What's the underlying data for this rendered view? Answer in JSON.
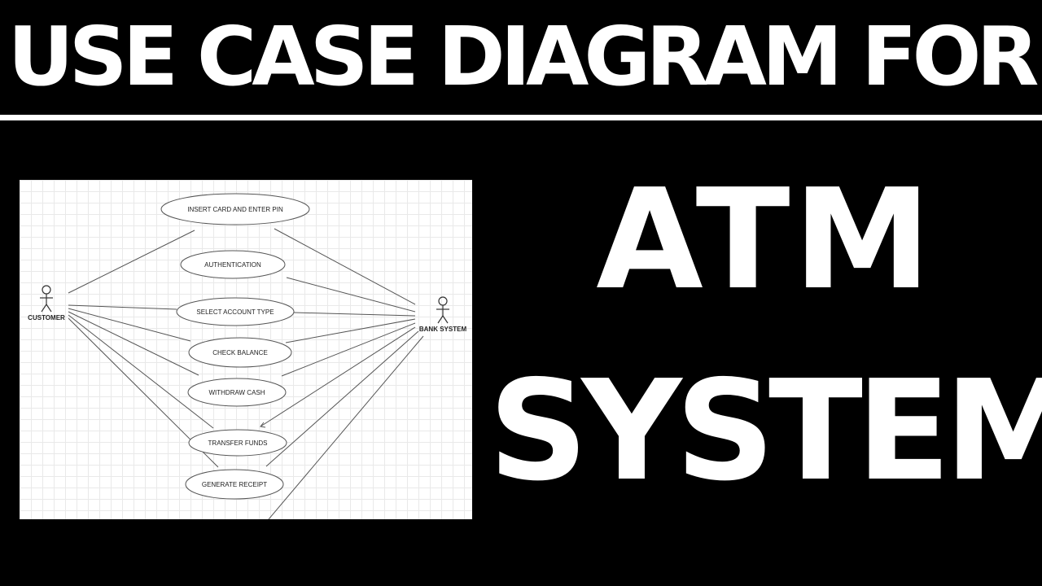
{
  "heading": {
    "top": "USE CASE DIAGRAM FOR",
    "line1": "ATM",
    "line2": "SYSTEM"
  },
  "diagram": {
    "actors": {
      "customer": "CUSTOMER",
      "bank": "BANK SYSTEM"
    },
    "use_cases": [
      "INSERT CARD AND ENTER PIN",
      "AUTHENTICATION",
      "SELECT ACCOUNT TYPE",
      "CHECK BALANCE",
      "WITHDRAW CASH",
      "TRANSFER FUNDS",
      "GENERATE RECEIPT"
    ]
  },
  "colors": {
    "background": "#000000",
    "text": "#ffffff",
    "diagram_line": "#555555"
  }
}
